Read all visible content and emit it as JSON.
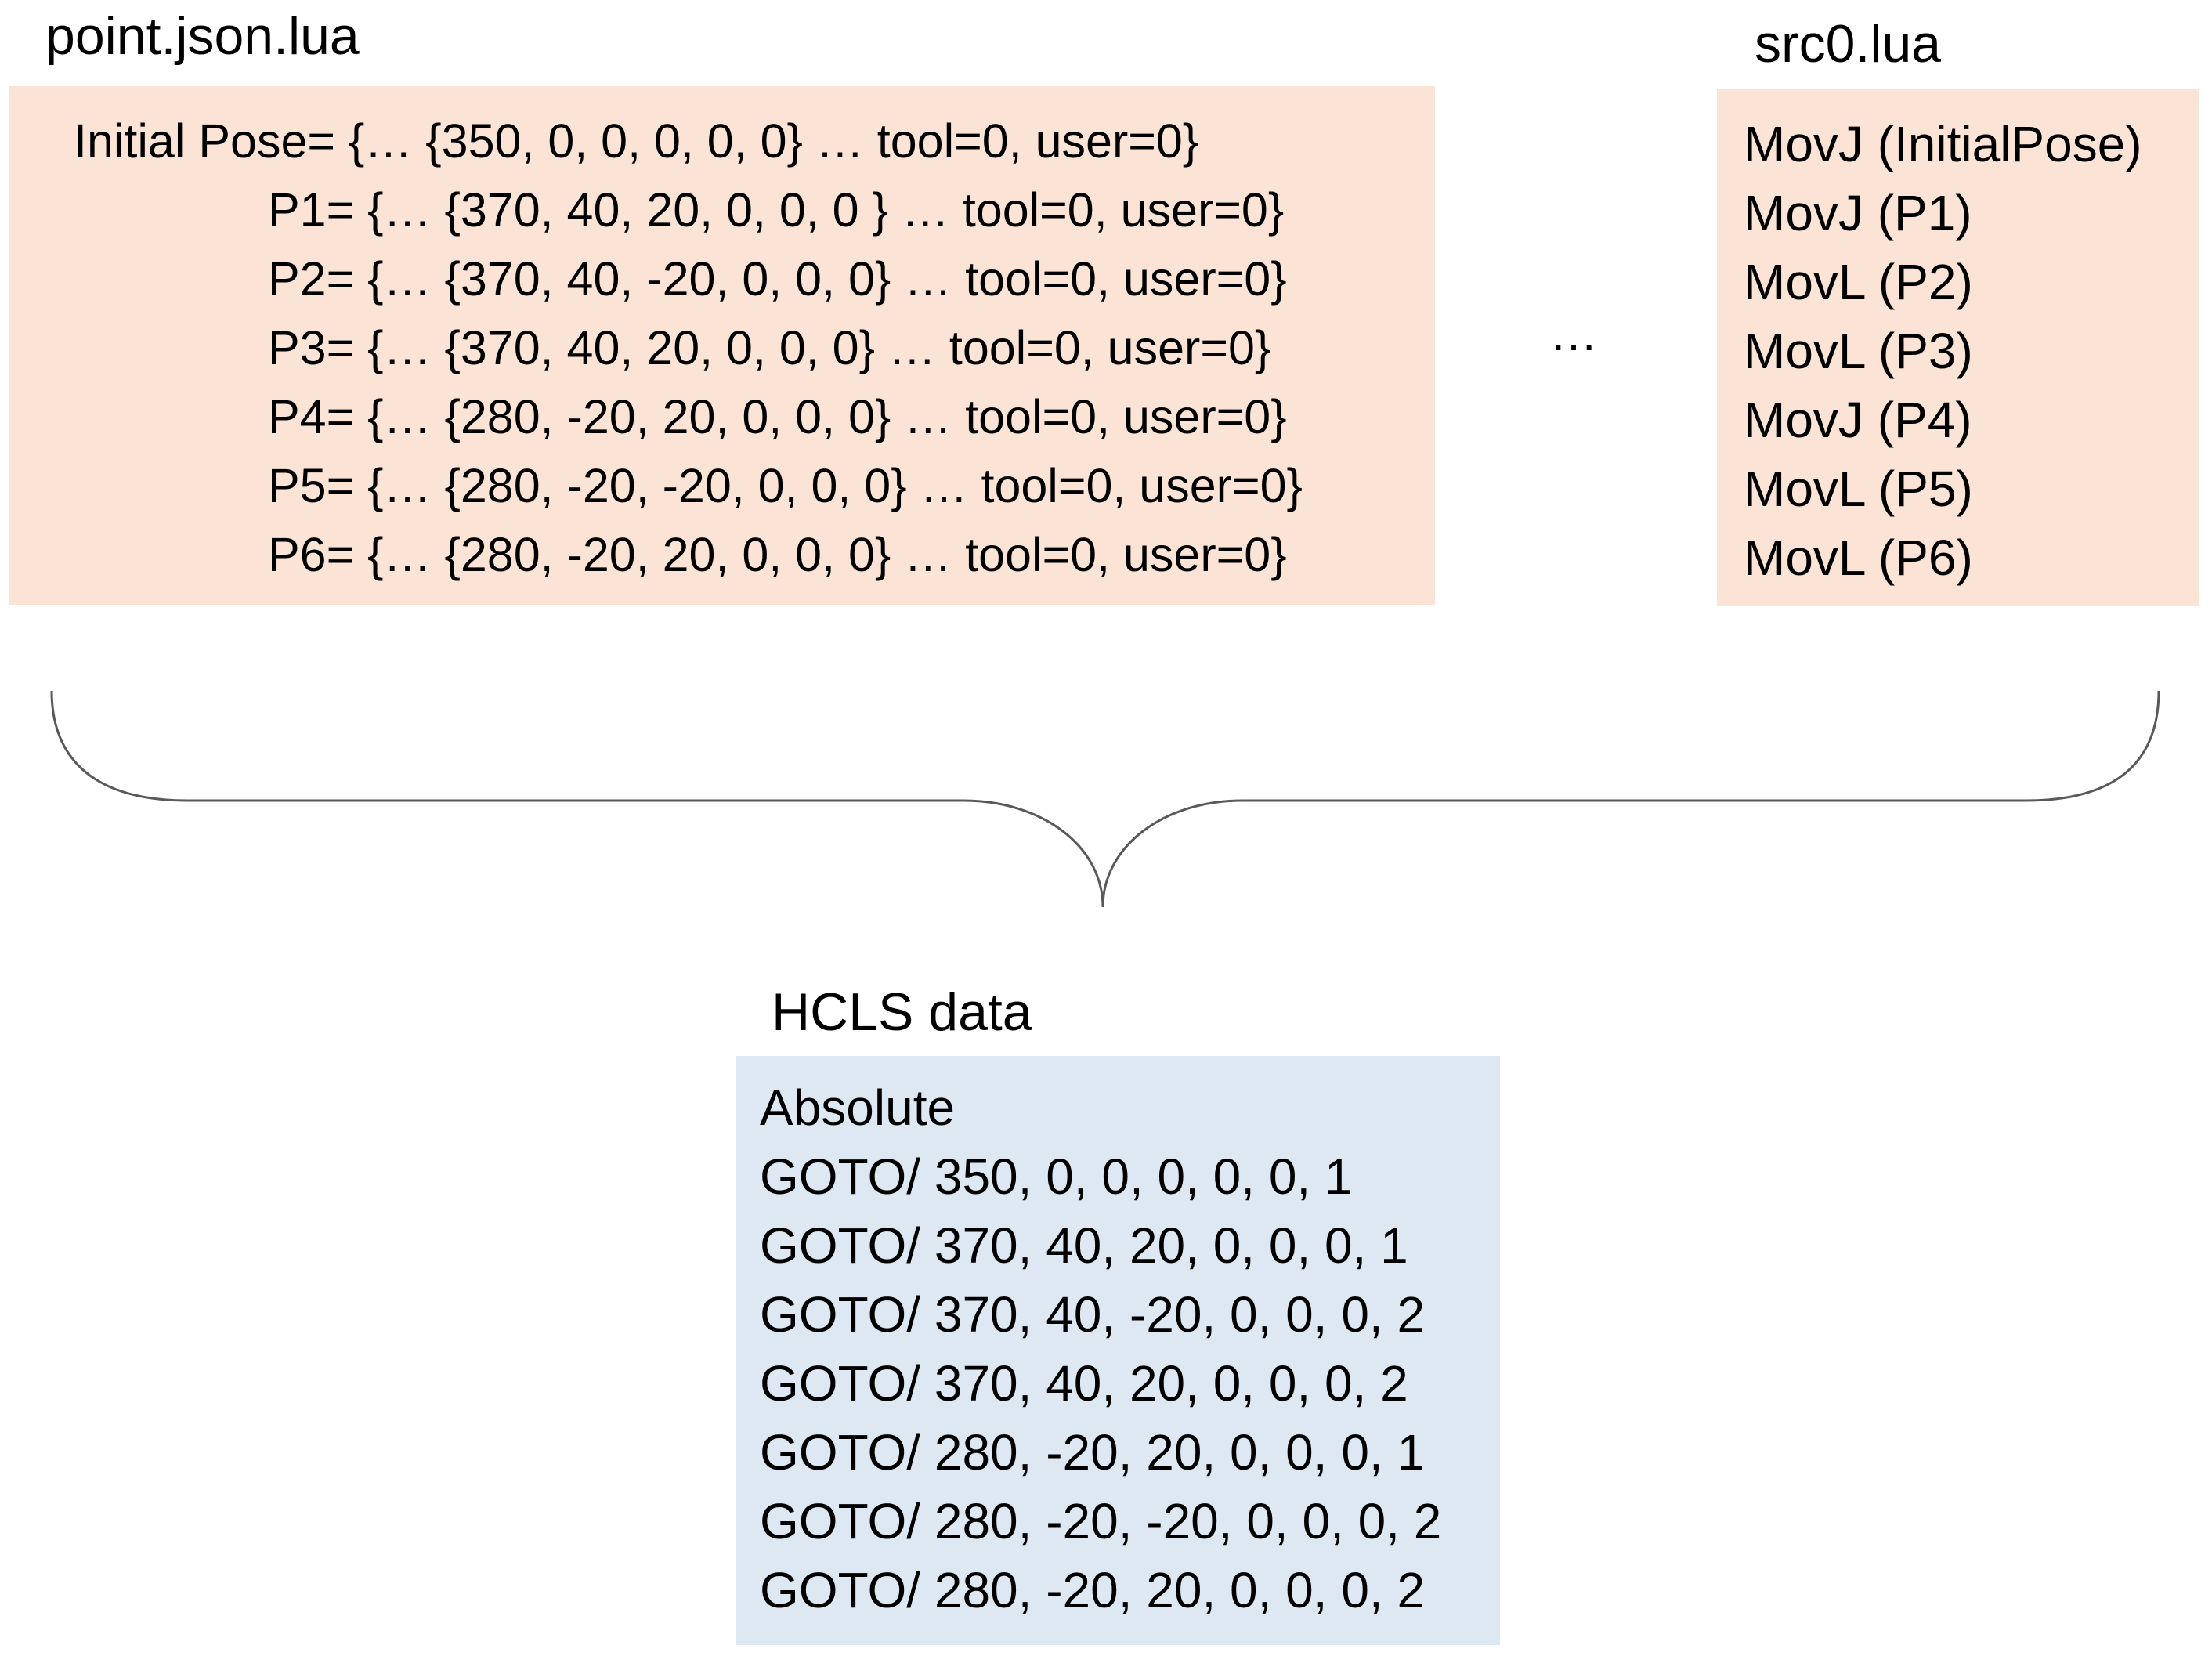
{
  "point_json": {
    "title": "point.json.lua",
    "lines": [
      "Initial Pose= {… {350, 0, 0, 0, 0, 0} … tool=0, user=0}",
      "P1= {… {370, 40, 20, 0, 0, 0 } … tool=0, user=0}",
      "P2= {… {370, 40, -20, 0, 0, 0} … tool=0, user=0}",
      "P3= {… {370, 40, 20, 0, 0, 0} … tool=0, user=0}",
      "P4= {… {280, -20, 20, 0, 0, 0} … tool=0, user=0}",
      "P5= {… {280, -20, -20, 0, 0, 0} … tool=0, user=0}",
      "P6= {… {280, -20, 20, 0, 0, 0} … tool=0, user=0}"
    ]
  },
  "src0": {
    "title": "src0.lua",
    "lines": [
      "MovJ (InitialPose)",
      "MovJ (P1)",
      "MovL (P2)",
      "MovL (P3)",
      "MovJ (P4)",
      "MovL (P5)",
      "MovL (P6)"
    ]
  },
  "ellipsis": "…",
  "hcls": {
    "title": "HCLS data",
    "lines": [
      "Absolute",
      "GOTO/ 350, 0, 0, 0, 0, 0, 1",
      "GOTO/ 370, 40, 20, 0, 0, 0, 1",
      "GOTO/ 370, 40, -20, 0, 0, 0, 2",
      "GOTO/ 370, 40, 20, 0, 0, 0, 2",
      "GOTO/ 280, -20, 20, 0, 0, 0, 1",
      "GOTO/ 280, -20, -20, 0, 0, 0, 2",
      "GOTO/ 280, -20, 20, 0, 0, 0, 2"
    ]
  },
  "colors": {
    "source_box_fill": "#fbe4d6",
    "result_box_fill": "#dde8f3",
    "brace_stroke": "#595959"
  }
}
